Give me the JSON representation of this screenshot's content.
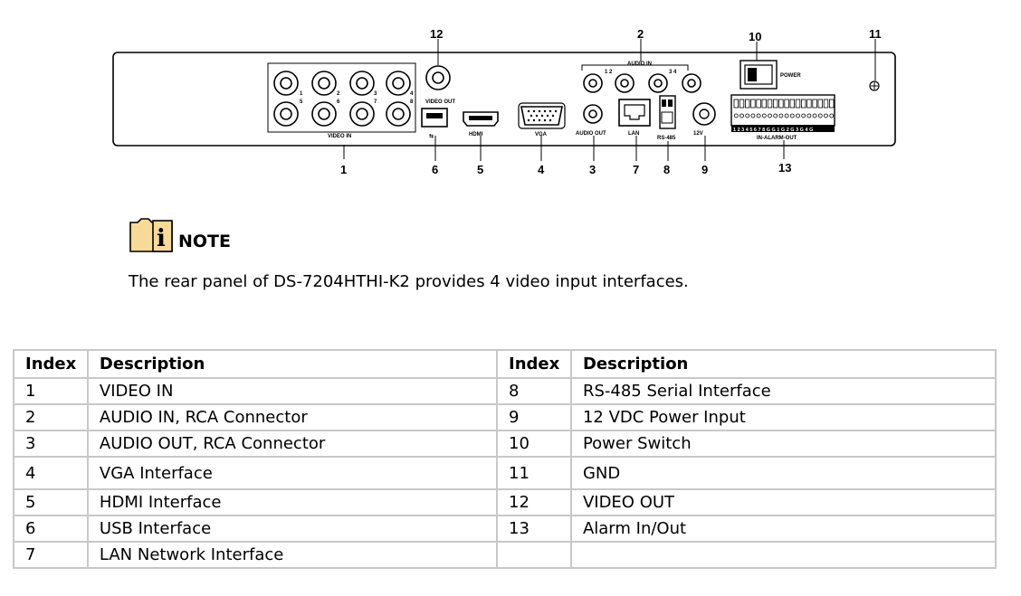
{
  "diagram": {
    "callouts": [
      "1",
      "2",
      "3",
      "4",
      "5",
      "6",
      "7",
      "8",
      "9",
      "10",
      "11",
      "12",
      "13"
    ],
    "labels": {
      "video_in": "VIDEO IN",
      "video_out": "VIDEO OUT",
      "audio_in": "AUDIO IN",
      "audio_out": "AUDIO OUT",
      "hdmi": "HDMI",
      "vga": "VGA",
      "lan": "LAN",
      "rs485": "RS-485",
      "power_12v": "12V",
      "power": "POWER",
      "alarm": "IN-ALARM-OUT",
      "alarm_pins": "1 2 3 4 5 6 7 8 G G 1 G 2 G 3 G 4 G",
      "channel_numbers": [
        "1",
        "2",
        "3",
        "4",
        "5",
        "6",
        "7",
        "8"
      ],
      "audio_in_ch_a": "1 2",
      "audio_in_ch_b": "3 4"
    }
  },
  "note": {
    "title": "NOTE",
    "text": "The rear panel of DS-7204HTHI-K2 provides 4 video input interfaces."
  },
  "table": {
    "headers": [
      "Index",
      "Description",
      "Index",
      "Description"
    ],
    "rows": [
      [
        "1",
        "VIDEO IN",
        "8",
        "RS-485 Serial Interface"
      ],
      [
        "2",
        "AUDIO IN, RCA Connector",
        "9",
        "12 VDC Power Input"
      ],
      [
        "3",
        "AUDIO OUT, RCA Connector",
        "10",
        "Power Switch"
      ],
      [
        "4",
        "VGA Interface",
        "11",
        "GND"
      ],
      [
        "5",
        "HDMI Interface",
        "12",
        "VIDEO OUT"
      ],
      [
        "6",
        "USB Interface",
        "13",
        "Alarm In/Out"
      ],
      [
        "7",
        "LAN Network Interface",
        "",
        ""
      ]
    ]
  }
}
